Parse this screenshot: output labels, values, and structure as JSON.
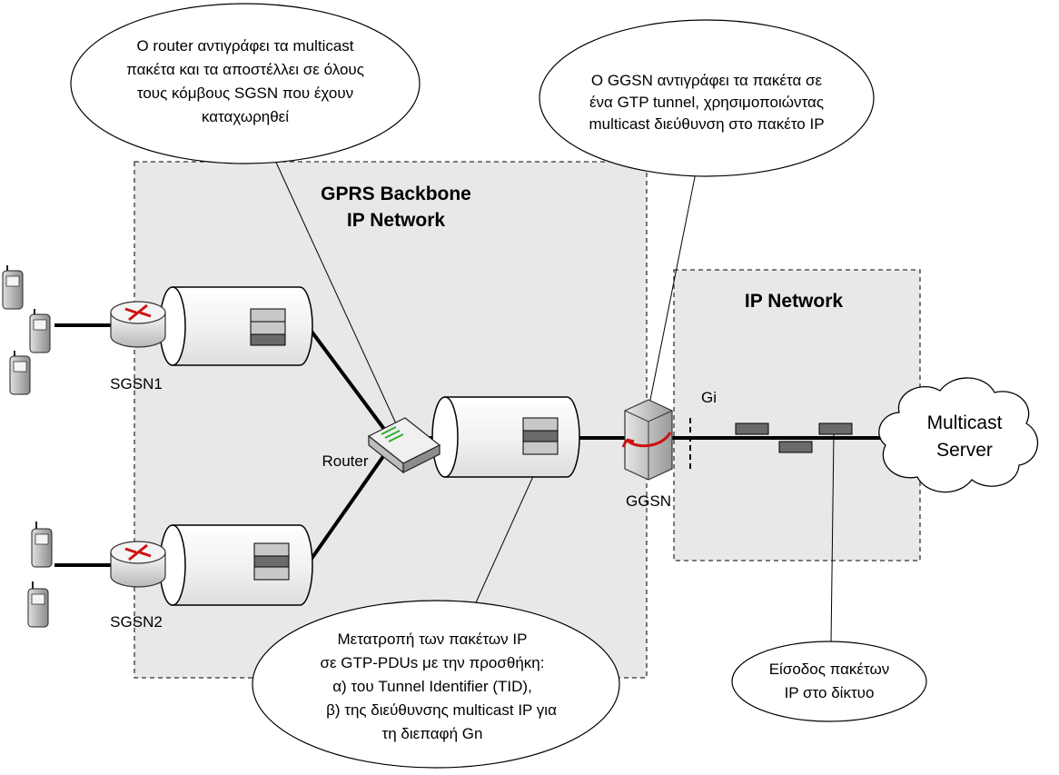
{
  "regions": {
    "gprs_backbone_line1": "GPRS Backbone",
    "gprs_backbone_line2": "IP Network",
    "ip_network": "IP Network"
  },
  "nodes": {
    "sgsn1": "SGSN1",
    "sgsn2": "SGSN2",
    "router": "Router",
    "ggsn": "GGSN",
    "gi": "Gi",
    "server_line1": "Multicast",
    "server_line2": "Server"
  },
  "callouts": {
    "router_note": [
      "Ο router αντιγράφει τα multicast",
      "πακέτα και τα αποστέλλει σε όλους",
      "τους κόμβους SGSN που έχουν",
      "καταχωρηθεί"
    ],
    "ggsn_note": [
      "Ο GGSN αντιγράφει τα πακέτα σε",
      "ένα GTP tunnel, χρησιμοποιώντας",
      "multicast διεύθυνση στο πακέτο IP"
    ],
    "conversion_note": [
      "Μετατροπή των πακέτων IP",
      "σε GTP-PDUs με την προσθήκη:",
      "α) του Tunnel Identifier (TID),",
      "β) της διεύθυνσης multicast IP για",
      "τη διεπαφή Gn"
    ],
    "entry_note": [
      "Είσοδος πακέτων",
      "IP στο δίκτυο"
    ]
  },
  "colors": {
    "region_fill": "#e8e8e8",
    "packet_dark": "#6b6b6b",
    "packet_light": "#c8c8c8",
    "arrow_red": "#cc1111",
    "router_led": "#33aa33"
  }
}
